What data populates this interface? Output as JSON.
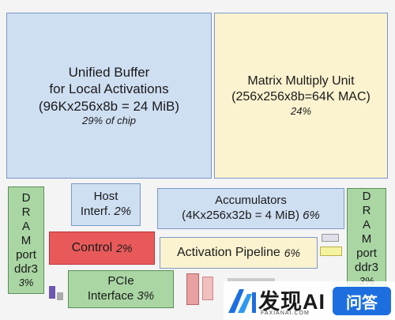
{
  "blocks": {
    "unified_buffer": {
      "line1": "Unified Buffer",
      "line2": "for Local Activations",
      "line3": "(96Kx256x8b = 24 MiB)",
      "pct": "29% of chip"
    },
    "matrix_multiply": {
      "line1": "Matrix Multiply Unit",
      "line2": "(256x256x8b=64K MAC)",
      "pct": "24%"
    },
    "dram_left": {
      "letters": [
        "D",
        "R",
        "A",
        "M"
      ],
      "port": "port",
      "ddr": "ddr3",
      "pct": "3%"
    },
    "dram_right": {
      "letters": [
        "D",
        "R",
        "A",
        "M"
      ],
      "port": "port",
      "ddr": "ddr3",
      "pct": "3%"
    },
    "host": {
      "line1": "Host",
      "line2": "Interf.",
      "pct": "2%"
    },
    "accumulators": {
      "line1": "Accumulators",
      "line2": "(4Kx256x32b = 4 MiB)",
      "pct": "6%"
    },
    "control": {
      "label": "Control",
      "pct": "2%"
    },
    "activation": {
      "label": "Activation Pipeline",
      "pct": "6%"
    },
    "pcie": {
      "line1": "PCIe",
      "line2": "Interface",
      "pct": "3%"
    }
  },
  "watermark": {
    "brand": "发现AI",
    "sub": "FAXIANAI.COM",
    "badge": "问答"
  },
  "colors": {
    "buffer_fill": "#cfdff2",
    "matrix_fill": "#fbf3cf",
    "io_fill": "#a9d6a3",
    "control_fill": "#e85a5a",
    "outline": "#7a97c8"
  }
}
